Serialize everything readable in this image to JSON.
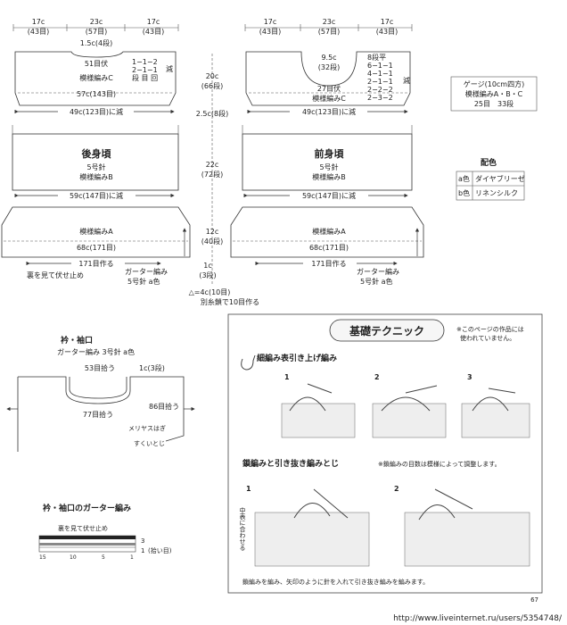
{
  "top_widths": {
    "back": [
      {
        "c": "17c",
        "m": "(43目)"
      },
      {
        "c": "23c",
        "m": "(57目)"
      },
      {
        "c": "17c",
        "m": "(43目)"
      }
    ],
    "front": [
      {
        "c": "17c",
        "m": "(43目)"
      },
      {
        "c": "23c",
        "m": "(57目)"
      },
      {
        "c": "17c",
        "m": "(43目)"
      }
    ]
  },
  "back": {
    "neck_top": "1.5c(4段)",
    "neck_bind": "51目伏",
    "dec_table": [
      "1−1−2",
      "2−1−1",
      "段 目 回"
    ],
    "dec_label": "減",
    "pattern_c": "模様編みC",
    "w57": "57c(143目)",
    "w49": "49c(123目)に減",
    "title": "後身頃",
    "needle": "5号針",
    "pattern_b": "模様編みB",
    "w59": "59c(147目)に減",
    "pattern_a": "模様編みA",
    "w68": "68c(171目)",
    "cast_on": "171目作る",
    "bind_off_wrong": "裏を見て伏せ止め",
    "garter": "ガーター編み",
    "garter_needle": "5号針 a色"
  },
  "middle": {
    "h1": "20c",
    "h1s": "(66段)",
    "h2": "2.5c(8段)",
    "h3": "22c",
    "h3s": "(72段)",
    "h4": "12c",
    "h4s": "(40段)",
    "h5": "1c",
    "h5s": "(3段)",
    "extra1": "△=4c(10目)",
    "extra2": "別糸鎖で10目作る"
  },
  "front": {
    "neck_top": "9.5c",
    "neck_top_rows": "(32段)",
    "dec_head": "8段平",
    "dec_table": [
      "6−1−1",
      "4−1−1",
      "2−1−1",
      "2−2−2",
      "2−3−2"
    ],
    "dec_label": "減",
    "neck_bind": "27目伏",
    "pattern_c": "模様編みC",
    "w49": "49c(123目)に減",
    "title": "前身頃",
    "needle": "5号針",
    "pattern_b": "模様編みB",
    "w59": "59c(147目)に減",
    "pattern_a": "模様編みA",
    "w68": "68c(171目)",
    "cast_on": "171目作る",
    "garter": "ガーター編み",
    "garter_needle": "5号針 a色"
  },
  "gauge": {
    "title": "ゲージ(10cm四方)",
    "line1": "模様編みA・B・C",
    "line2": "25目　33段"
  },
  "colors": {
    "title": "配色",
    "rows": [
      {
        "key": "a色",
        "name": "ダイヤブリーゼ"
      },
      {
        "key": "b色",
        "name": "リネンシルク"
      }
    ]
  },
  "collar": {
    "title": "衿・袖口",
    "sub": "ガーター編み 3号針 a色",
    "pick53": "53目拾う",
    "pick1c": "1c(3段)",
    "pick86": "86目拾う",
    "pick77": "77目拾う",
    "mattress": "メリヤスはぎ",
    "slip": "すくいとじ"
  },
  "garter_chart": {
    "title": "衿・袖口のガーター編み",
    "bind": "裏を見て伏せ止め",
    "r3": "3",
    "r1": "1",
    "r1_note": "(拾い目)",
    "ticks": [
      "15",
      "10",
      "5",
      "1"
    ]
  },
  "technique": {
    "header": "基礎テクニック",
    "note": [
      "※このページの作品には",
      "使われていません。"
    ],
    "sec1": "細編み表引き上げ編み",
    "steps1": [
      "1",
      "2",
      "3"
    ],
    "sec2": "鎖編みと引き抜き編みとじ",
    "sec2_note": "※鎖編みの目数は模様によって調整します。",
    "steps2": [
      "1",
      "2"
    ],
    "side_label": "中表に合わせる",
    "bottom": "鎖編みを編み、矢印のように針を入れて引き抜き編みを編みます。"
  },
  "page_number": "67",
  "watermark": "http://www.liveinternet.ru/users/5354748/"
}
